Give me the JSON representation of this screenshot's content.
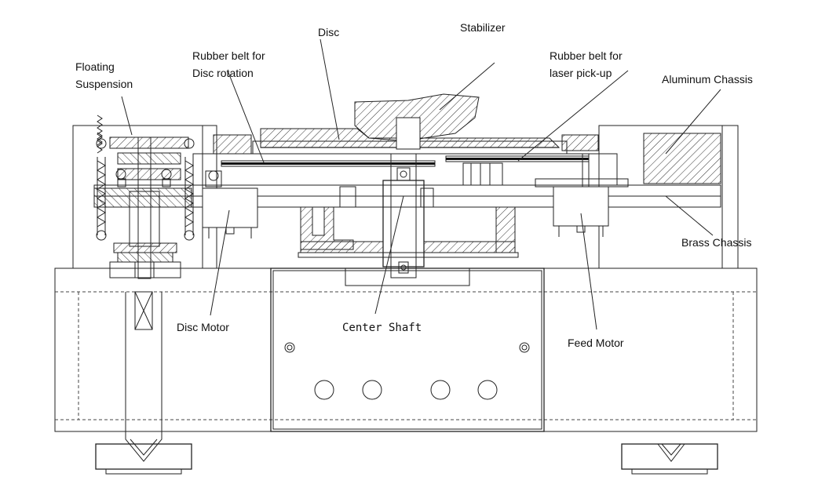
{
  "labels": {
    "disc": "Disc",
    "stabilizer": "Stabilizer",
    "floating_suspension_1": "Floating",
    "floating_suspension_2": "Suspension",
    "belt_disc_1": "Rubber belt for",
    "belt_disc_2": "Disc rotation",
    "belt_laser_1": "Rubber belt for",
    "belt_laser_2": "laser pick-up",
    "aluminum_chassis": "Aluminum Chassis",
    "brass_chassis": "Brass Chassis",
    "disc_motor": "Disc Motor",
    "center_shaft": "Center Shaft",
    "feed_motor": "Feed Motor"
  },
  "colors": {
    "line": "#222222",
    "background": "#ffffff"
  }
}
